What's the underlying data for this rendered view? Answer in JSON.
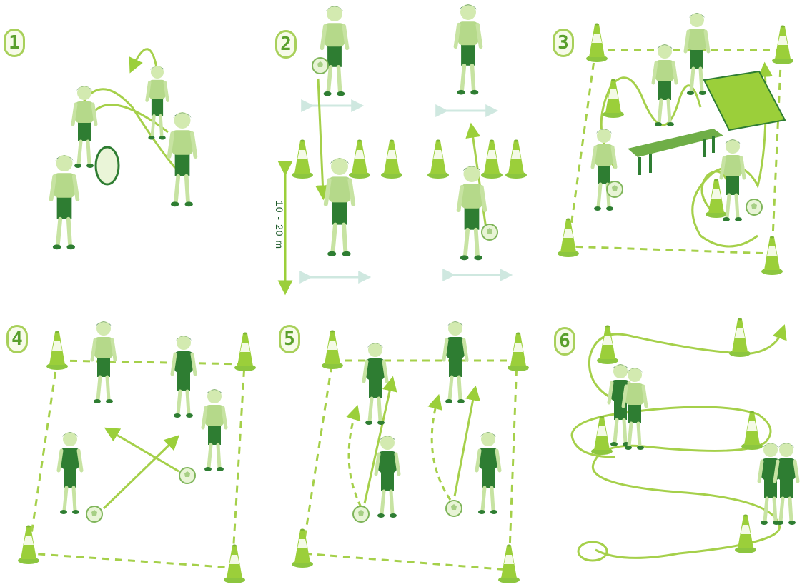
{
  "panels": [
    {
      "number": "1"
    },
    {
      "number": "2"
    },
    {
      "number": "3"
    },
    {
      "number": "4"
    },
    {
      "number": "5"
    },
    {
      "number": "6"
    }
  ],
  "distance_label": "10 - 20 m",
  "colors": {
    "dark_green": "#2e7d32",
    "light_green": "#b5d98a",
    "lime": "#9bcf3a",
    "skin": "#cfe6a8",
    "hair": "#3d7a45",
    "pale": "#dff0c8"
  }
}
